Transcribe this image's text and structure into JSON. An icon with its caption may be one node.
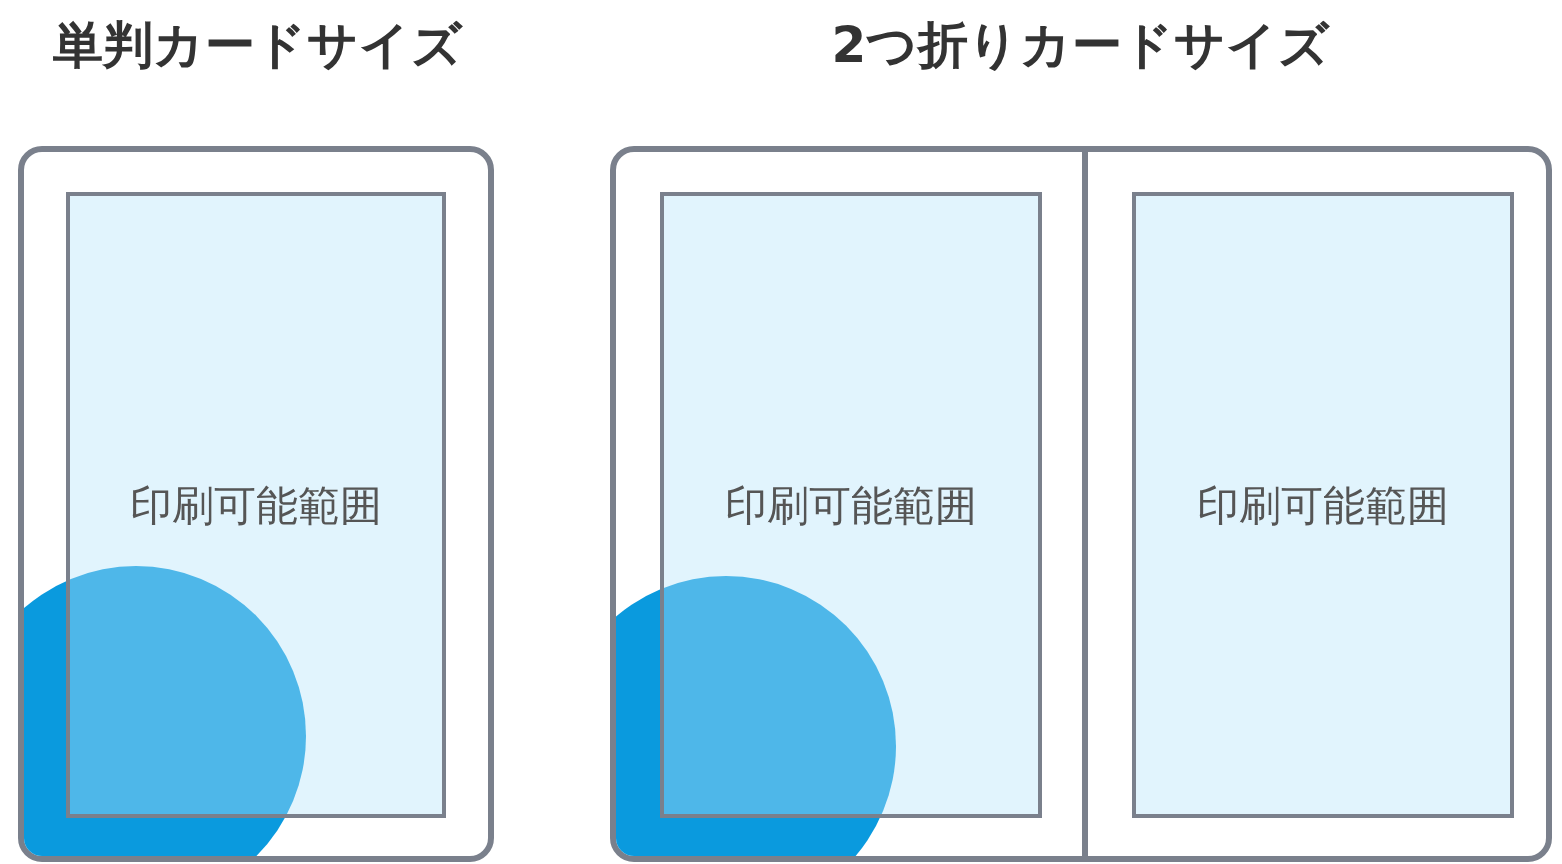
{
  "diagram": {
    "nodes": [
      {
        "text": [
          "単判カードサイズ"
        ]
      },
      {
        "text": [
          "印刷可能範囲"
        ],
        "in": 0
      },
      {
        "text": [
          "2つ折りカードサイズ"
        ]
      },
      {
        "text": [
          "印刷可能範囲"
        ],
        "in": 2
      },
      {
        "text": [
          "印刷可能範囲"
        ],
        "in": 2
      },
      {
        "text": [],
        "shape": "circle"
      },
      {
        "text": [],
        "shape": "circle"
      }
    ]
  }
}
